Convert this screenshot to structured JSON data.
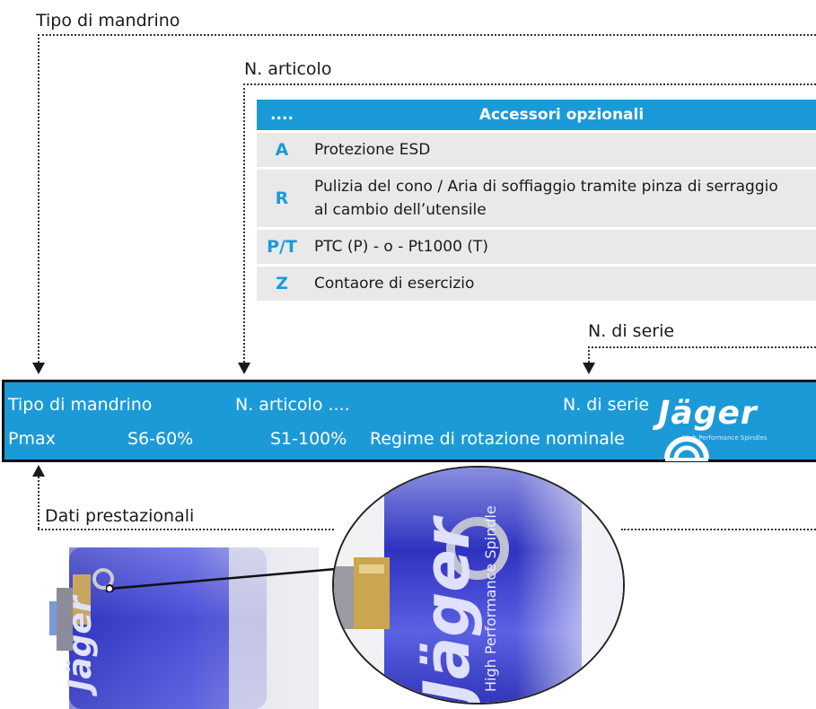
{
  "labels": {
    "spindle_type": "Tipo di mandrino",
    "article_no": "N. articolo",
    "serial_no": "N. di serie",
    "performance_data": "Dati prestazionali"
  },
  "accessories_table": {
    "header_code": "....",
    "header_title": "Accessori opzionali",
    "rows": [
      {
        "code": "A",
        "description": "Protezione ESD"
      },
      {
        "code": "R",
        "description": "Pulizia del cono / Aria di soffiaggio tramite pinza di serraggio al cambio dell’utensile"
      },
      {
        "code": "P/T",
        "description": "PTC (P) - o - Pt1000 (T)"
      },
      {
        "code": "Z",
        "description": "Contaore di esercizio"
      }
    ]
  },
  "nameplate": {
    "spindle_type": "Tipo di mandrino",
    "article_no": "N. articolo ....",
    "serial_no": "N. di serie",
    "pmax": "Pmax",
    "s6": "S6-60%",
    "s1": "S1-100%",
    "nominal_speed": "Regime di rotazione nominale",
    "brand": "Jäger",
    "brand_tagline": "High Performance Spindles"
  },
  "photo": {
    "brand": "Jäger",
    "tagline": "High Performance Spindle"
  },
  "colors": {
    "accent": "#1a9ad9",
    "row_bg": "#e9e9e9",
    "spindle_blue": "#3b3fd0"
  }
}
